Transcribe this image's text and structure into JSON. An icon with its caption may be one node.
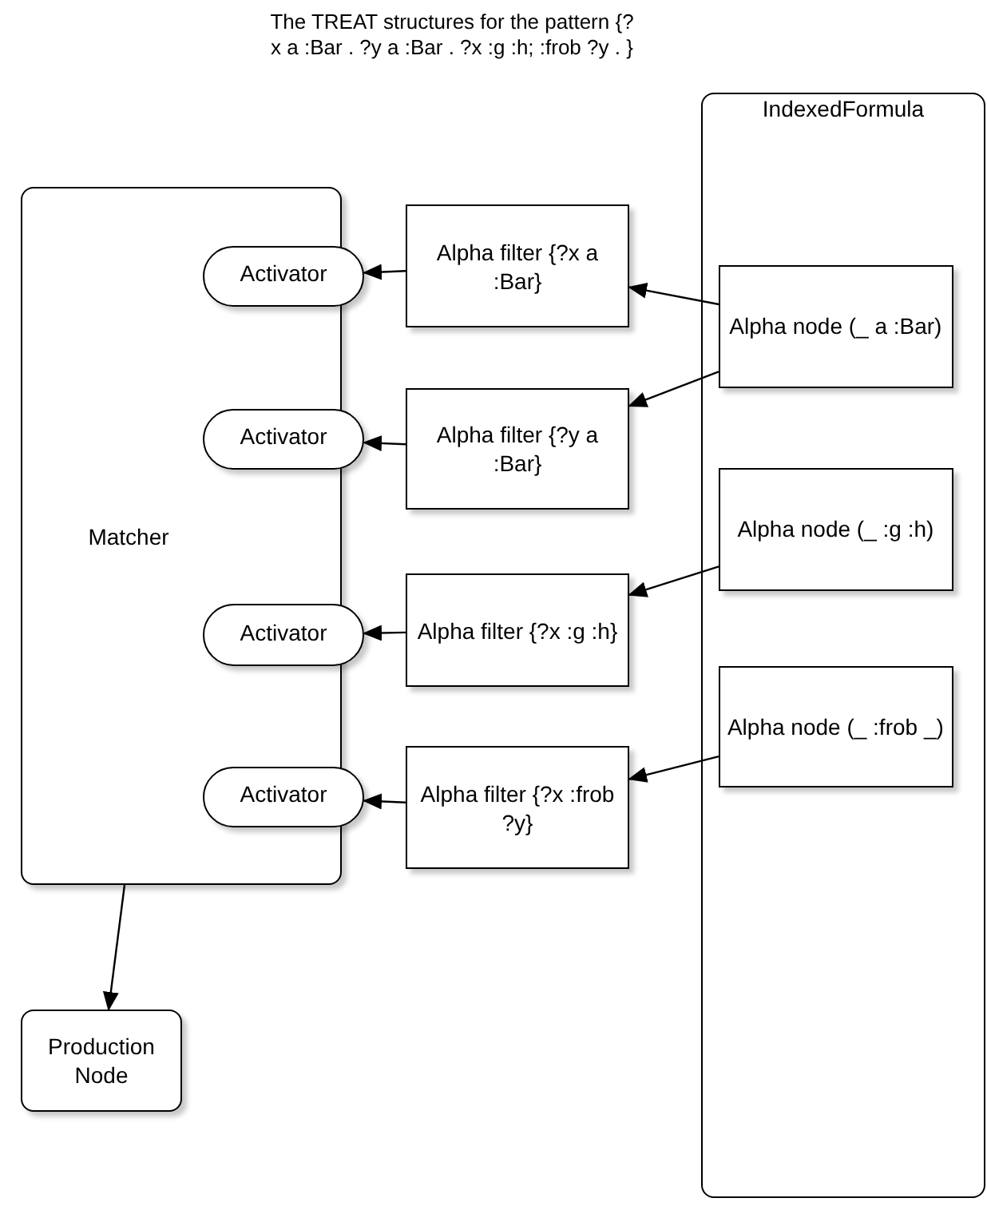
{
  "diagram": {
    "title": "The TREAT structures for the pattern {?x a :Bar . ?y a :Bar . ?x :g :h; :frob ?y . }",
    "nodes": [
      {
        "text": [
          "Matcher"
        ]
      },
      {
        "text": [
          "Activator"
        ]
      },
      {
        "text": [
          "Activator"
        ]
      },
      {
        "text": [
          "Activator"
        ]
      },
      {
        "text": [
          "Activator"
        ]
      },
      {
        "text": [
          "Alpha filter {?x a :Bar}"
        ]
      },
      {
        "text": [
          "Alpha filter {?y a :Bar}"
        ]
      },
      {
        "text": [
          "Alpha filter {?x :g :h}"
        ]
      },
      {
        "text": [
          "Alpha filter {?x :frob ?y}"
        ]
      },
      {
        "text": [
          "IndexedFormula"
        ]
      },
      {
        "text": [
          "Alpha node (_ a :Bar)"
        ],
        "in": 9
      },
      {
        "text": [
          "Alpha node (_ :g :h)"
        ],
        "in": 9
      },
      {
        "text": [
          "Alpha node (_ :frob _)"
        ],
        "in": 9
      },
      {
        "text": [
          "Production Node"
        ]
      }
    ],
    "edges": [
      {
        "from": 5,
        "to": 1,
        "arrow": "to"
      },
      {
        "from": 6,
        "to": 2,
        "arrow": "to"
      },
      {
        "from": 7,
        "to": 3,
        "arrow": "to"
      },
      {
        "from": 8,
        "to": 4,
        "arrow": "to"
      },
      {
        "from": 10,
        "to": 5,
        "arrow": "to"
      },
      {
        "from": 10,
        "to": 6,
        "arrow": "to"
      },
      {
        "from": 11,
        "to": 7,
        "arrow": "to"
      },
      {
        "from": 12,
        "to": 8,
        "arrow": "to"
      },
      {
        "from": 0,
        "to": 13,
        "arrow": "to"
      }
    ]
  }
}
